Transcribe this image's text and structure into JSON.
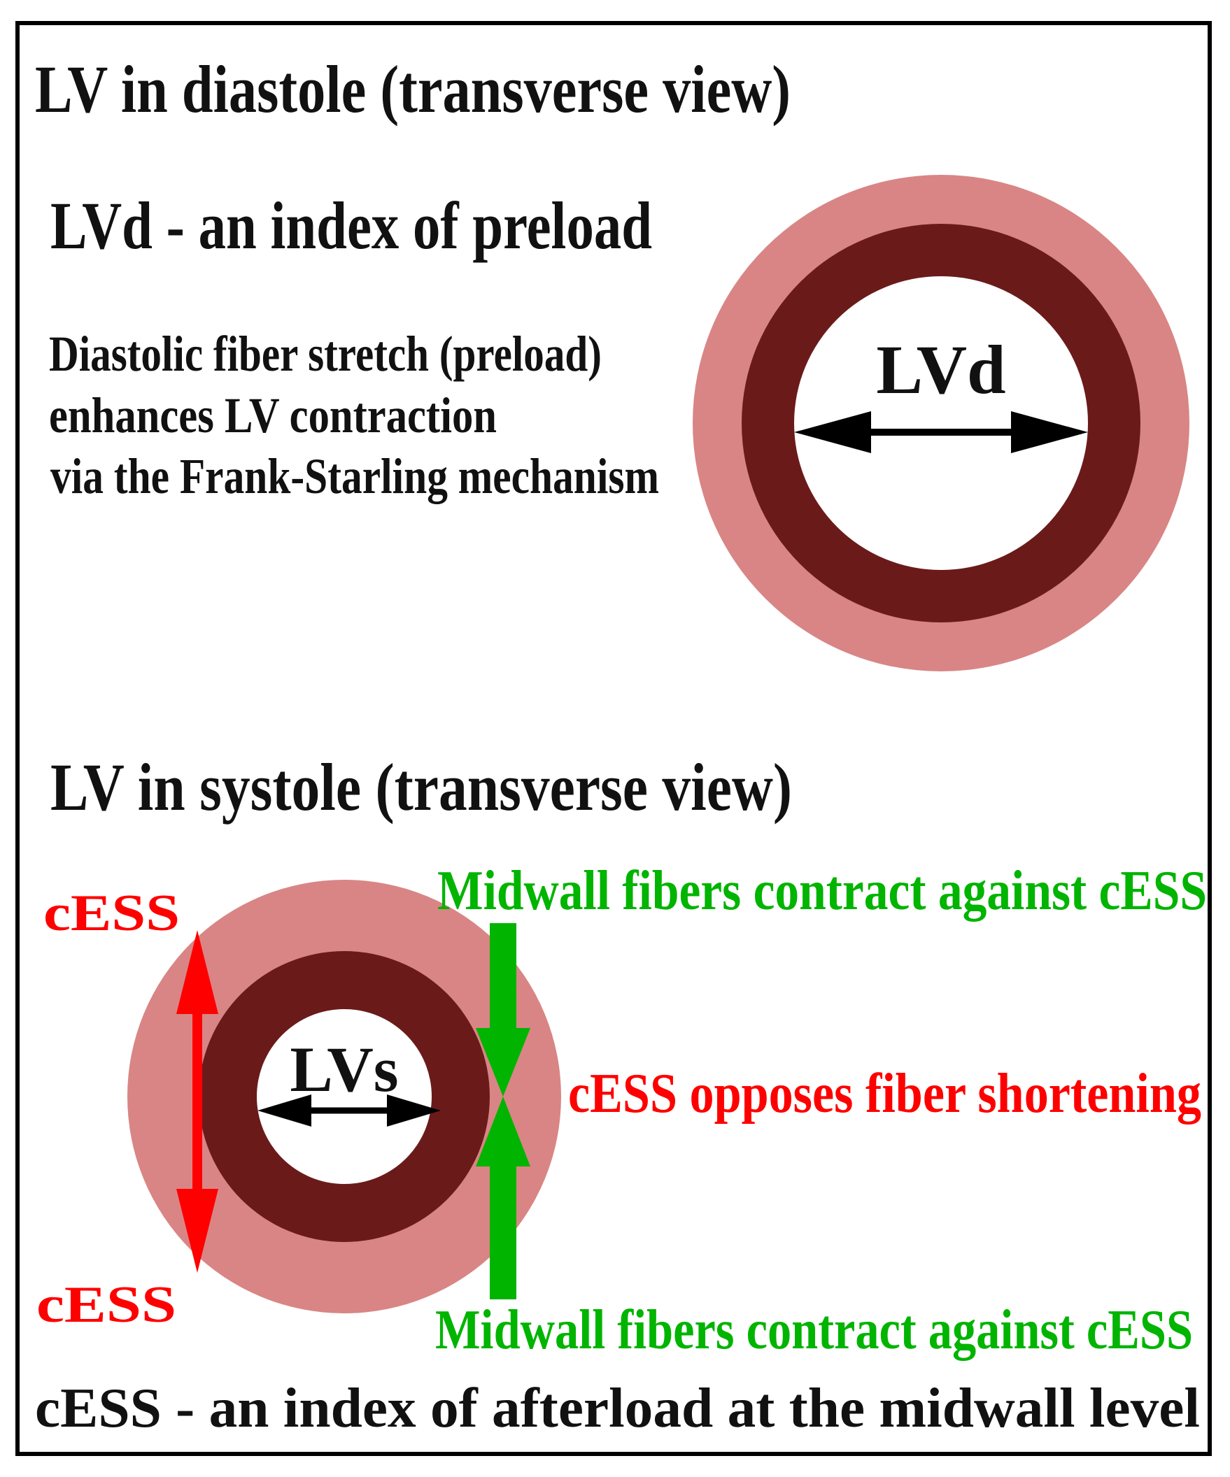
{
  "diastole": {
    "heading": "LV in diastole (transverse view)",
    "subheading": "LVd - an index of preload",
    "description_lines": [
      "Diastolic fiber stretch (preload)",
      "enhances LV contraction",
      "via the Frank-Starling mechanism"
    ],
    "diameter_label": "LVd"
  },
  "systole": {
    "heading": "LV in systole (transverse view)",
    "diameter_label": "LVs",
    "cess_top": "cESS",
    "cess_bottom": "cESS",
    "midwall_top": "Midwall fibers contract against cESS",
    "midwall_bottom": "Midwall fibers contract against cESS",
    "opposes": "cESS opposes fiber shortening",
    "footer": "cESS - an index of afterload at the midwall level"
  },
  "colors": {
    "outer_wall": "#d98585",
    "inner_wall": "#6b1a1a",
    "cavity": "#ffffff",
    "cess_red": "#ff0000",
    "midwall_green": "#00b400",
    "text": "#111111"
  }
}
